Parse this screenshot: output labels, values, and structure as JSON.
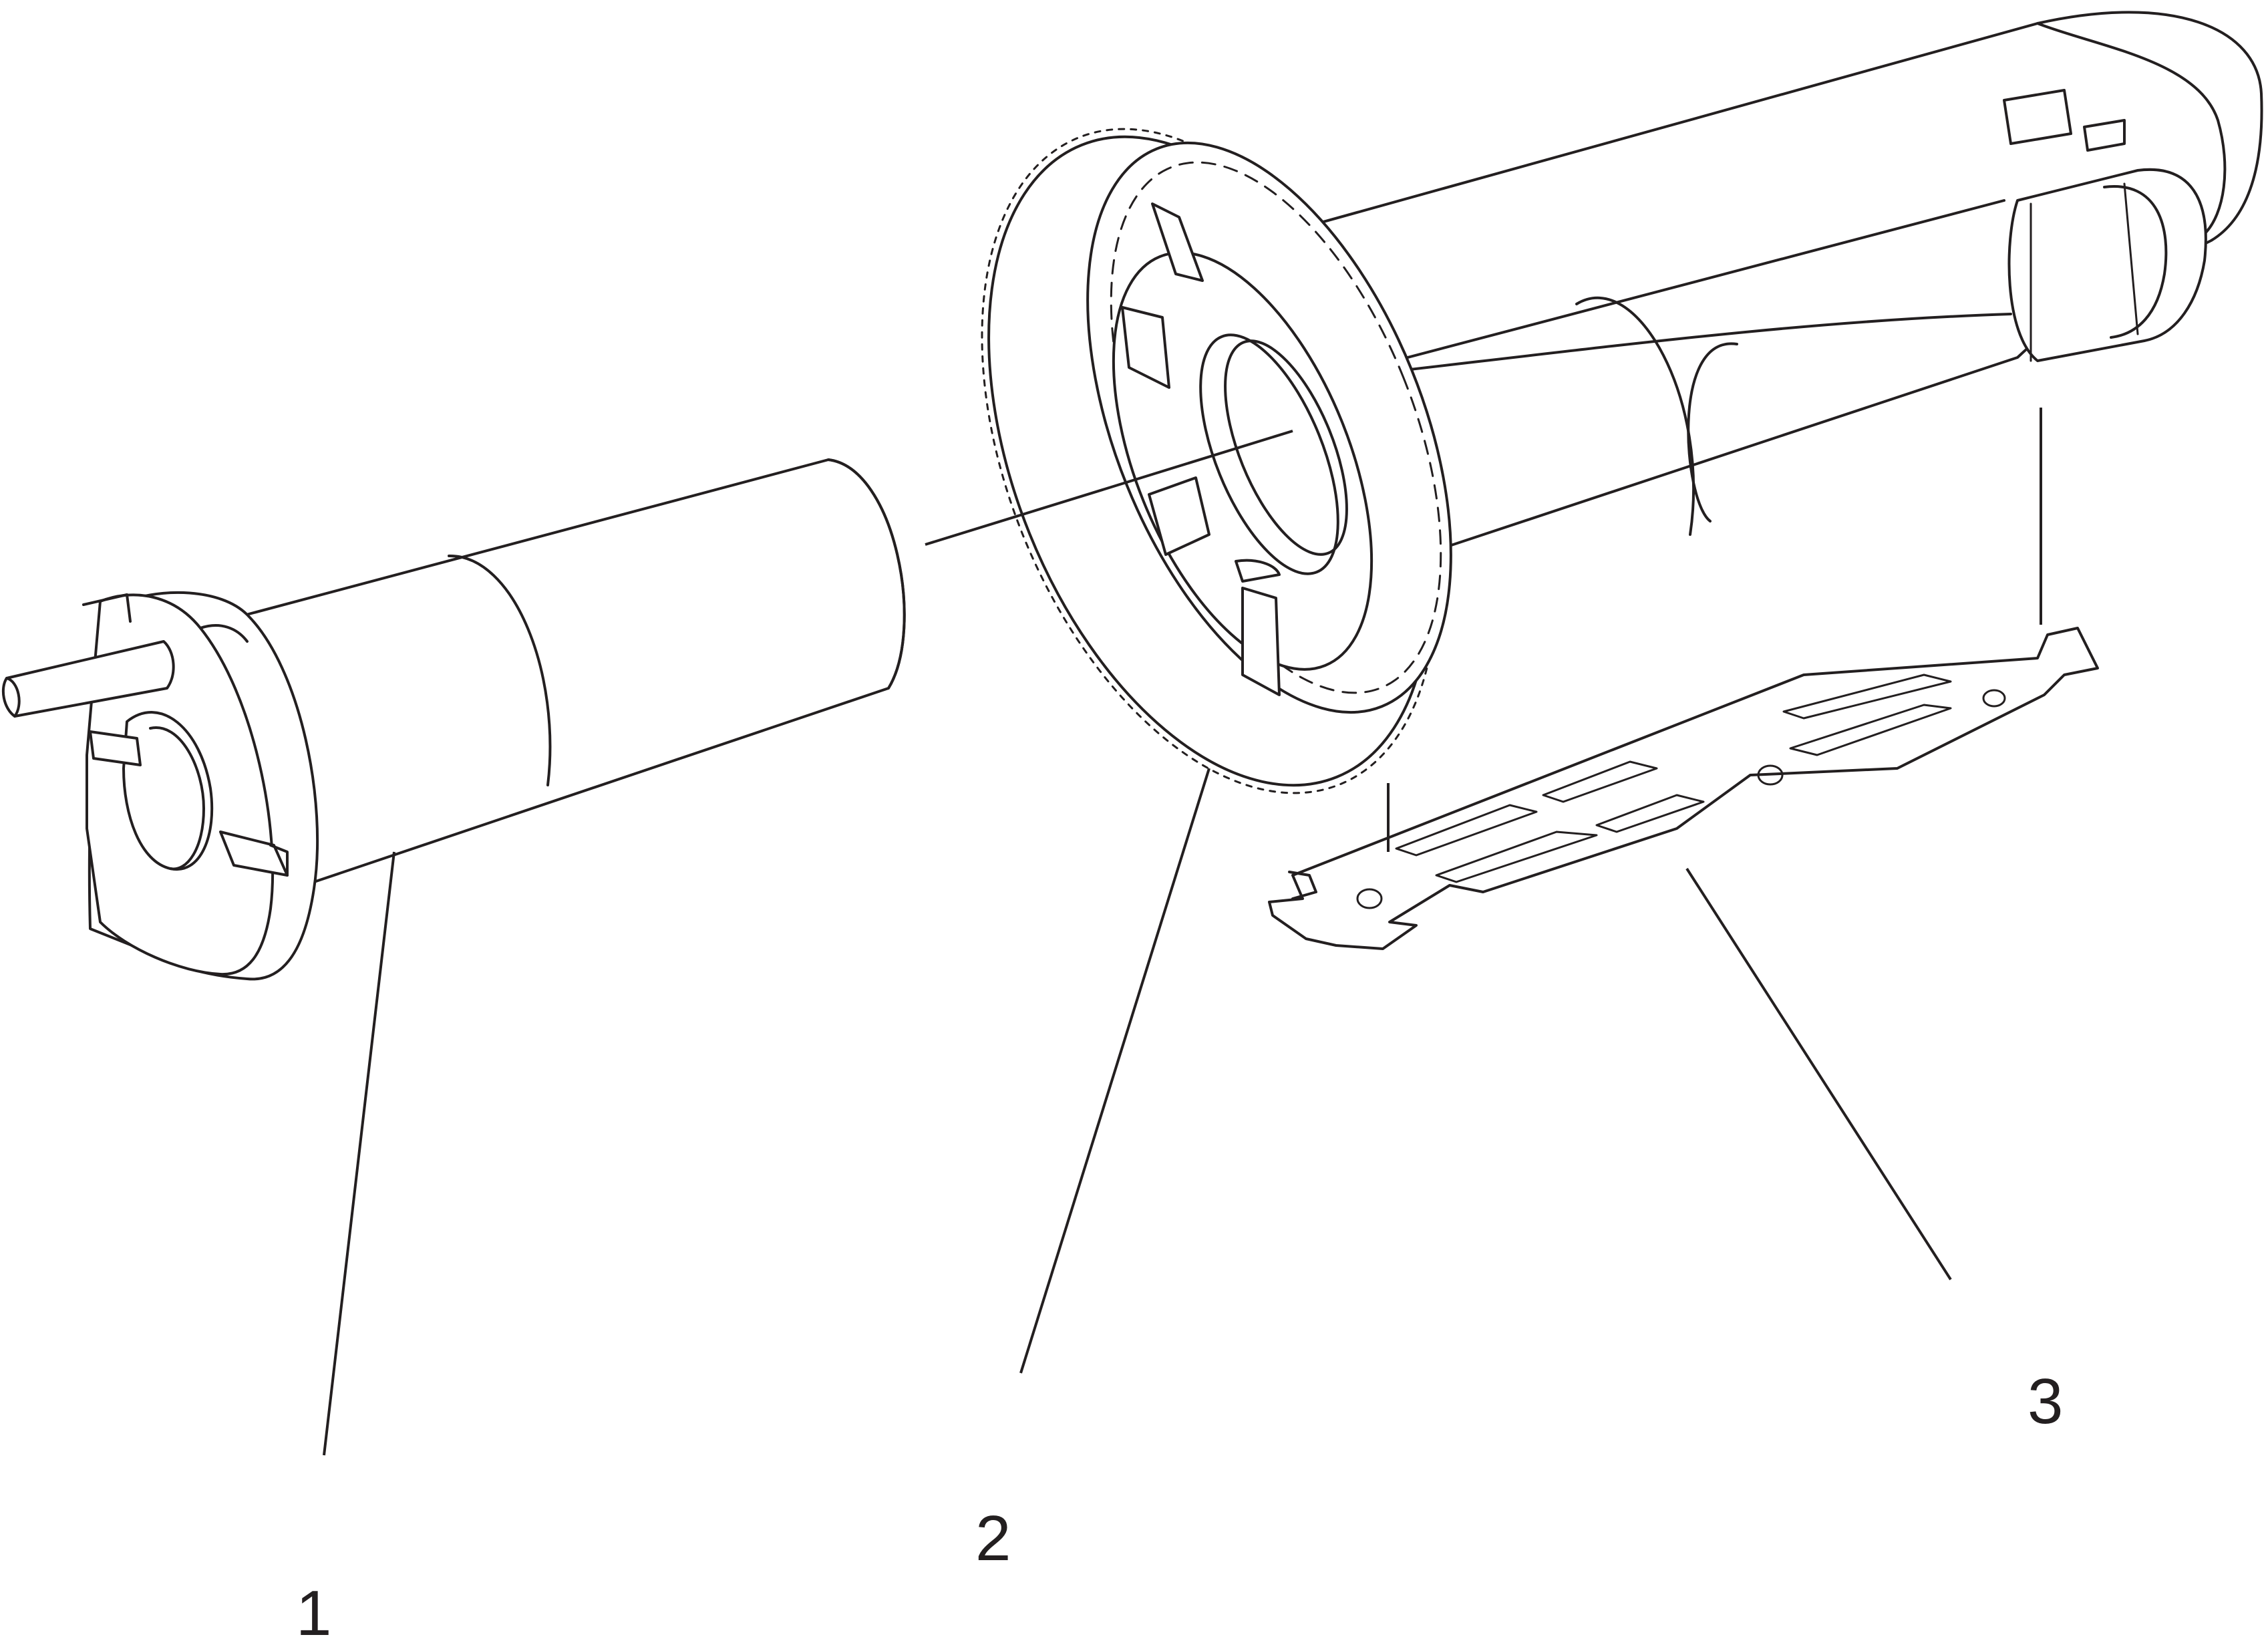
{
  "callouts": [
    {
      "id": "part-1",
      "label": "1"
    },
    {
      "id": "part-2",
      "label": "2"
    },
    {
      "id": "part-3",
      "label": "3"
    }
  ],
  "colors": {
    "line": "#231f20",
    "background": "#ffffff"
  }
}
